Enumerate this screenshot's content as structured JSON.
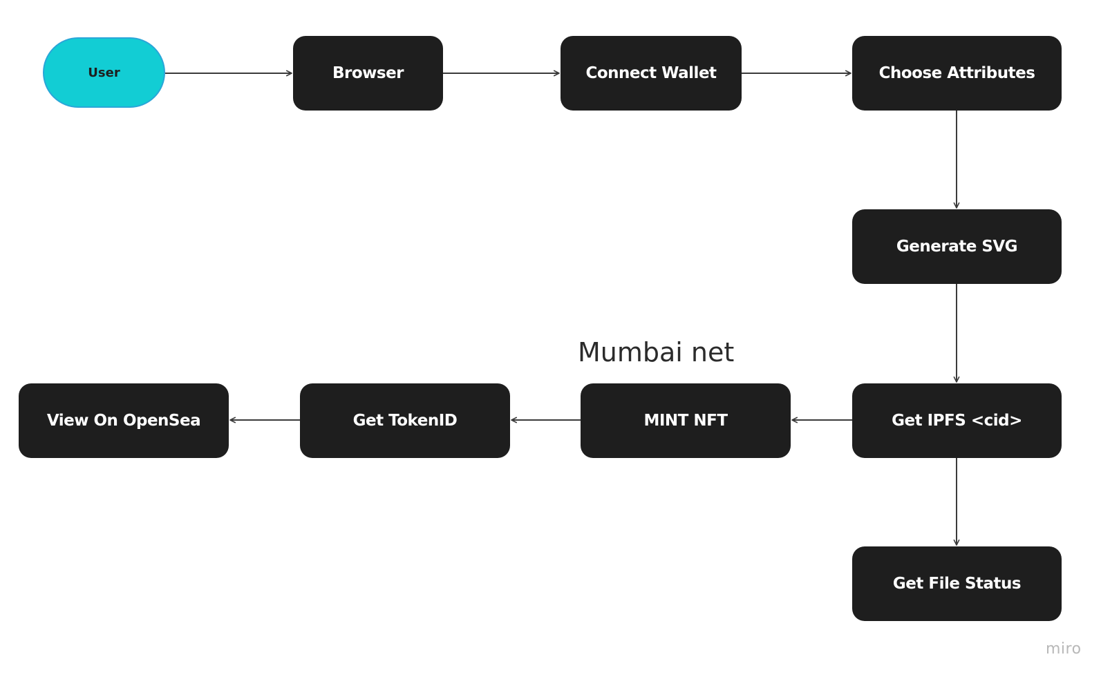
{
  "nodes": {
    "user": "User",
    "browser": "Browser",
    "connect_wallet": "Connect Wallet",
    "choose_attributes": "Choose Attributes",
    "generate_svg": "Generate SVG",
    "get_ipfs": "Get IPFS <cid>",
    "mint_nft": "MINT NFT",
    "get_token_id": "Get TokenID",
    "view_on_opensea": "View On OpenSea",
    "get_file_status": "Get File Status"
  },
  "annotations": {
    "network_label": "Mumbai net"
  },
  "edges": [
    {
      "from": "user",
      "to": "browser"
    },
    {
      "from": "browser",
      "to": "connect_wallet"
    },
    {
      "from": "connect_wallet",
      "to": "choose_attributes"
    },
    {
      "from": "choose_attributes",
      "to": "generate_svg"
    },
    {
      "from": "generate_svg",
      "to": "get_ipfs"
    },
    {
      "from": "get_ipfs",
      "to": "mint_nft"
    },
    {
      "from": "mint_nft",
      "to": "get_token_id"
    },
    {
      "from": "get_token_id",
      "to": "view_on_opensea"
    },
    {
      "from": "get_ipfs",
      "to": "get_file_status"
    }
  ],
  "watermark": "miro",
  "colors": {
    "node_fill": "#1e1e1e",
    "node_text": "#ffffff",
    "terminal_fill": "#12cdd4",
    "terminal_border": "#2aa6d8",
    "edge": "#3a3a3a"
  }
}
